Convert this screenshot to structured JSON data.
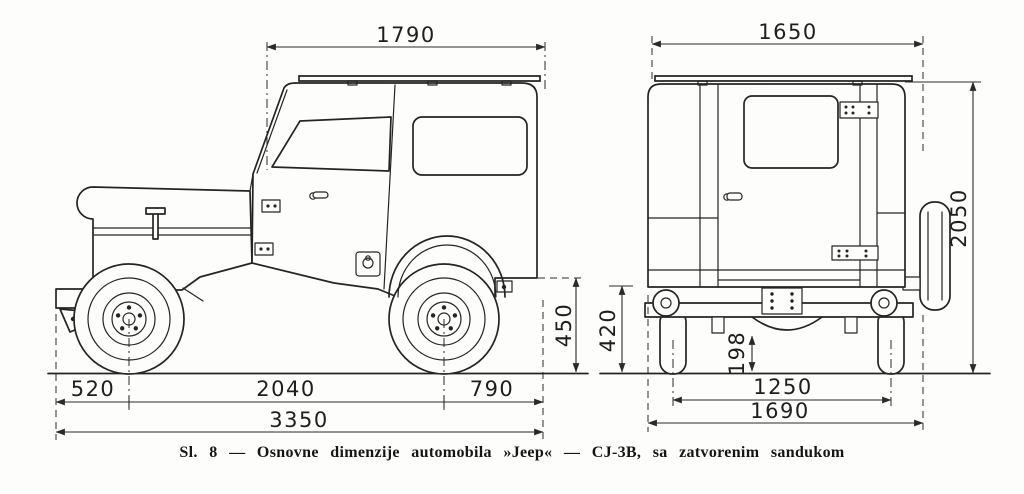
{
  "caption": "Sl. 8 — Osnovne dimenzije automobila »Jeep« — CJ-3B, sa zatvorenim sandukom",
  "side_view": {
    "label": "Jeep CJ-3B side view",
    "dims": {
      "body_top_length": "1790",
      "rear_sill_height": "450",
      "front_overhang": "520",
      "wheelbase": "2040",
      "rear_overhang": "790",
      "overall_length": "3350"
    }
  },
  "rear_view": {
    "label": "Jeep CJ-3B rear view",
    "dims": {
      "body_top_width": "1650",
      "overall_height": "2050",
      "rear_step_height": "420",
      "hitch_ground_clearance": "198",
      "wheel_track": "1250",
      "overall_width": "1690"
    }
  }
}
